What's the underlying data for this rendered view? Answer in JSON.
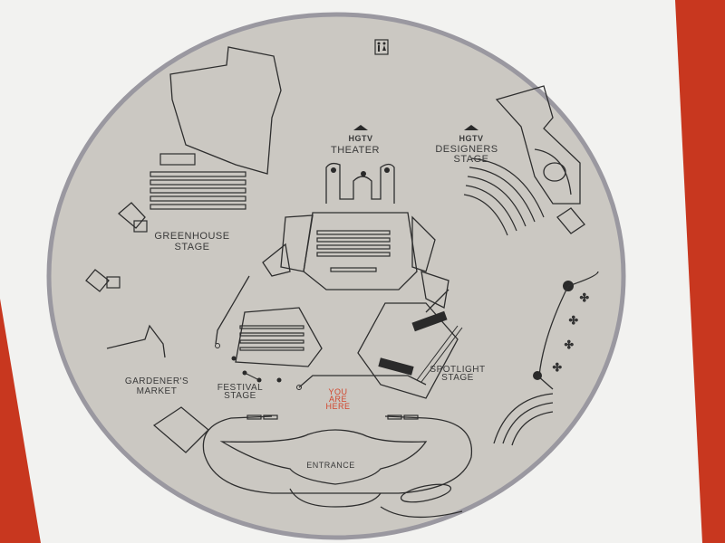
{
  "map": {
    "brand": "HGTV",
    "labels": {
      "theater": "THEATER",
      "designers_stage_1": "DESIGNERS",
      "designers_stage_2": "STAGE",
      "greenhouse_stage_1": "GREENHOUSE",
      "greenhouse_stage_2": "STAGE",
      "gardeners_market_1": "GARDENER'S",
      "gardeners_market_2": "MARKET",
      "festival_stage_1": "FESTIVAL",
      "festival_stage_2": "STAGE",
      "spotlight_stage_1": "SPOTLIGHT",
      "spotlight_stage_2": "STAGE",
      "you_are_here_1": "YOU",
      "you_are_here_2": "ARE",
      "you_are_here_3": "HERE",
      "entrance": "ENTRANCE"
    },
    "icons": [
      "restroom-icon",
      "hgtv-logo"
    ],
    "colors": {
      "background": "#c8371f",
      "panel": "#f2f2f0",
      "map_fill": "#cbc8c2",
      "map_ring": "#9a98a0",
      "you_are_here": "#d2452c"
    }
  }
}
